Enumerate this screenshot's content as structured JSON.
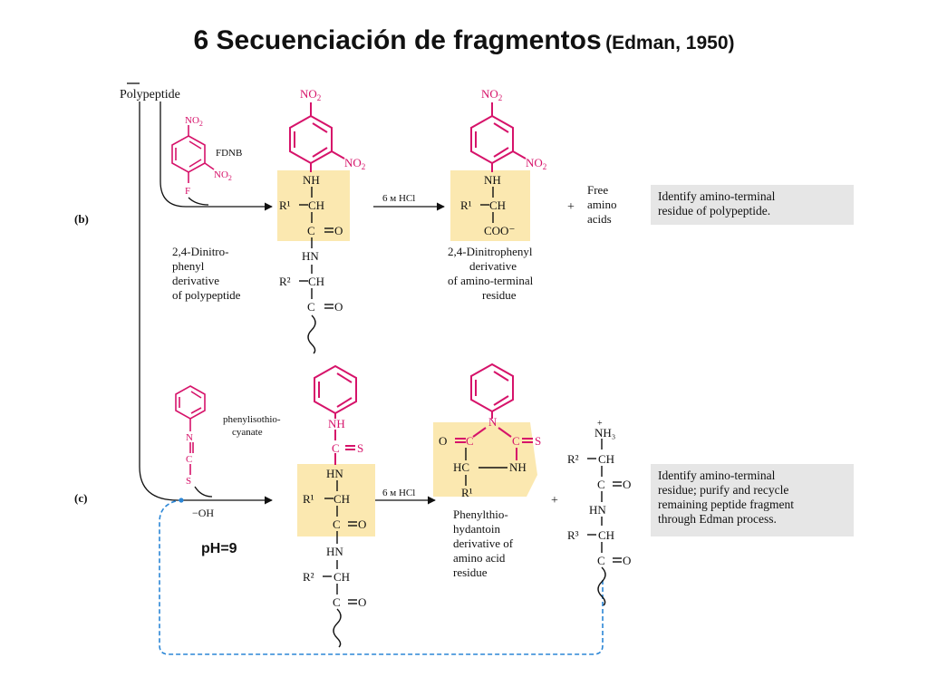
{
  "title": {
    "main": "6 Secuenciación de fragmentos",
    "sub": "(Edman, 1950)"
  },
  "labels": {
    "polypeptide": "Polypeptide",
    "part_b": "(b)",
    "part_c": "(c)",
    "ph": "pH=9",
    "plus": "+"
  },
  "reagents": {
    "fdnb": "FDNB",
    "no2": "NO",
    "no2_sub": "2",
    "f": "F",
    "pitc_1": "phenylisothio-",
    "pitc_2": "cyanate",
    "oh": "−OH",
    "hcl": "6 м HCl"
  },
  "groups": {
    "nh": "NH",
    "hn": "HN",
    "ch": "CH",
    "c": "C",
    "o": "O",
    "r1": "R¹",
    "r2": "R²",
    "r3": "R³",
    "coo": "COO⁻",
    "s": "S",
    "n": "N",
    "nh3": "NH₃",
    "plus_charge": "+",
    "hc": "HC",
    "eq": "═",
    "dash": "─"
  },
  "captions": {
    "dnp_derivative": [
      "2,4-Dinitro-",
      "phenyl",
      "derivative",
      "of polypeptide"
    ],
    "dnp_residue": [
      "2,4-Dinitrophenyl",
      "derivative",
      "of amino-terminal",
      "residue"
    ],
    "free_amino": [
      "Free",
      "amino",
      "acids"
    ],
    "pth": [
      "Phenylthio-",
      "hydantoin",
      "derivative of",
      "amino acid",
      "residue"
    ]
  },
  "notes": {
    "b": "Identify amino-terminal\nresidue of polypeptide.",
    "c": "Identify amino-terminal\nresidue; purify and recycle\nremaining peptide fragment\nthrough Edman process."
  },
  "colors": {
    "reagent": "#d6136a",
    "highlight": "#fbe8b0",
    "note_bg": "#e6e6e6",
    "recycle": "#2b86d6"
  }
}
